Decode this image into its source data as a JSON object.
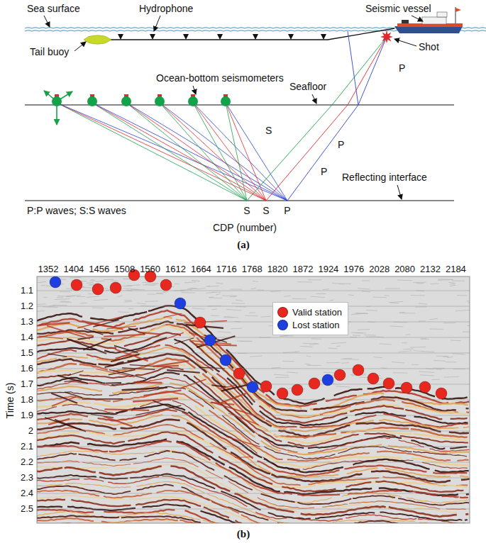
{
  "diagram": {
    "labels": [
      "Sea surface",
      "Hydrophone",
      "Seismic vessel",
      "Tail buoy",
      "Shot",
      "P",
      "Ocean-bottom seismometers",
      "Seafloor",
      "S",
      "P",
      "P",
      "Reflecting interface",
      "P:P waves; S:S waves",
      "S",
      "S",
      "P",
      "CDP (number)",
      "(a)",
      "1352",
      "1404",
      "1456",
      "1508",
      "1560",
      "1612",
      "1664",
      "1716",
      "1768",
      "1820",
      "1872",
      "1924",
      "1976",
      "2028",
      "2080",
      "2132",
      "2184",
      "Time (s)",
      "1.1",
      "1.2",
      "1.3",
      "1.4",
      "1.5",
      "1.6",
      "1.7",
      "1.8",
      "1.9",
      "2",
      "2.1",
      "2.2",
      "2.3",
      "2.4",
      "2.5",
      "(b)"
    ],
    "legend": [
      {
        "text": "Valid station",
        "color": "#e8271f"
      },
      {
        "text": "Lost station",
        "color": "#1e3fe0"
      }
    ]
  }
}
